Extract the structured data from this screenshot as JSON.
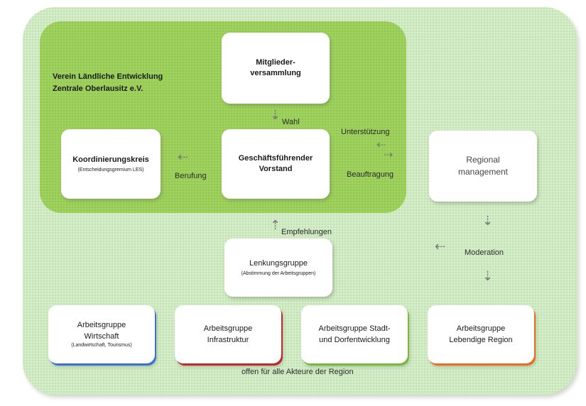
{
  "org": {
    "line1": "Verein Ländliche Entwicklung",
    "line2": "Zentrale Oberlausitz e.V."
  },
  "boxes": {
    "mitglieder": {
      "line1": "Mitglieder-",
      "line2": "versammlung"
    },
    "vorstand": {
      "line1": "Geschäftsführender",
      "line2": "Vorstand"
    },
    "koordinierung": {
      "title": "Koordinierungskreis",
      "sub": "(Entscheidungsgremium LES)"
    },
    "regional": {
      "line1": "Regional",
      "line2": "management"
    },
    "lenkung": {
      "title": "Lenkungsgruppe",
      "sub": "(Abstimmung der Arbeitsgruppen)"
    }
  },
  "labels": {
    "wahl": "Wahl",
    "berufung": "Berufung",
    "unterstuetzung": "Unterstützung",
    "beauftragung": "Beauftragung",
    "empfehlungen": "Empfehlungen",
    "moderation": "Moderation",
    "footer": "offen für alle Akteure der Region"
  },
  "arbeitsgruppen": [
    {
      "line1": "Arbeitsgruppe",
      "line2": "Wirtschaft",
      "sub": "(Landwirtschaft, Tourismus)",
      "color": "#3d6fd6"
    },
    {
      "line1": "Arbeitsgruppe",
      "line2": "Infrastruktur",
      "sub": "",
      "color": "#c0282b"
    },
    {
      "line1": "Arbeitsgruppe Stadt-",
      "line2": "und Dorfentwicklung",
      "sub": "",
      "color": "#7ab83c"
    },
    {
      "line1": "Arbeitsgruppe",
      "line2": "Lebendige Region",
      "sub": "",
      "color": "#ee6a1f"
    }
  ]
}
